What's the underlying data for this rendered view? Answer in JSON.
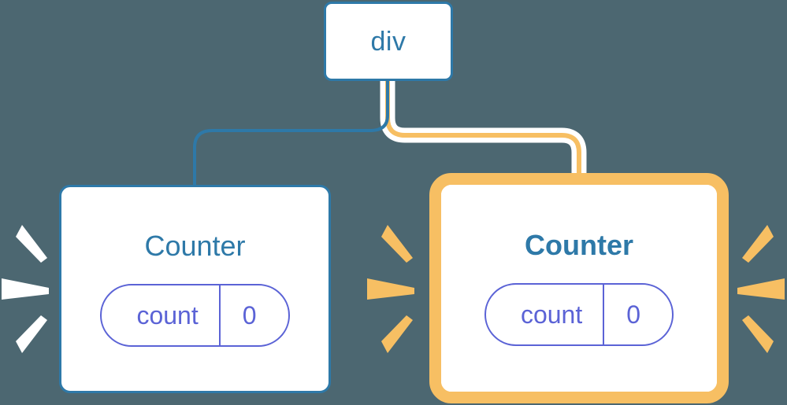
{
  "diagram": {
    "title": "React component tree re-render highlight",
    "background_color": "#4c6771",
    "nodes": {
      "root": {
        "label": "div",
        "border_color": "#2e79a8",
        "text_color": "#2e79a8"
      },
      "counter_left": {
        "label": "Counter",
        "border_color": "#2e79a8",
        "text_color": "#2e79a8",
        "emphasis": "normal",
        "state": {
          "key": "count",
          "value": "0",
          "color": "#5b63d6"
        }
      },
      "counter_right": {
        "label": "Counter",
        "border_color": "#f7bf63",
        "text_color": "#2e79a8",
        "emphasis": "bold",
        "state": {
          "key": "count",
          "value": "0",
          "color": "#5b63d6"
        }
      }
    },
    "connectors": {
      "left_branch_color": "#2e79a8",
      "right_branch_color": "#f7bf63",
      "right_branch_halo_color": "#ffffff"
    },
    "sparks": {
      "left_color": "#ffffff",
      "middle_color": "#f7bf63",
      "right_color": "#f7bf63"
    }
  }
}
